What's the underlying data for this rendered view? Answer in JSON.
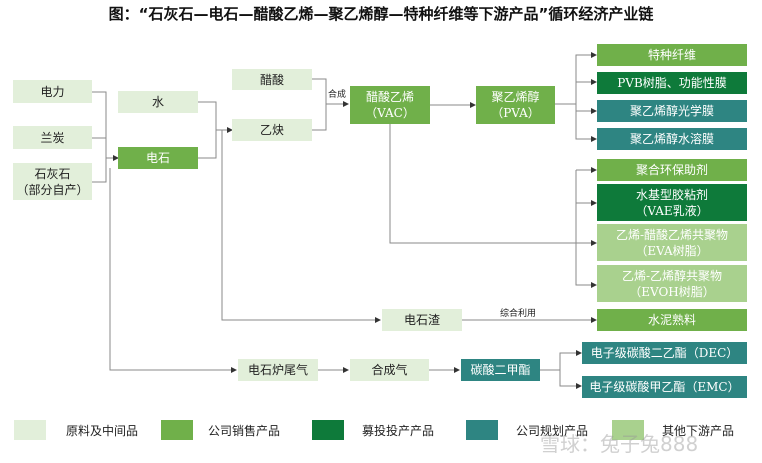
{
  "title": "图：“石灰石—电石—醋酸乙烯—聚乙烯醇—特种纤维等下游产品”循环经济产业链",
  "colors": {
    "raw": "#e2efda",
    "sale": "#70b04a",
    "ipo": "#0e7a3a",
    "plan": "#2e8582",
    "down": "#a9d18e",
    "line": "#7f7f7f"
  },
  "nodes": {
    "electricity": {
      "line1": "电力",
      "category": "raw"
    },
    "semi_coke": {
      "line1": "兰炭",
      "category": "raw"
    },
    "limestone": {
      "line1": "石灰石",
      "line2": "（部分自产）",
      "category": "raw"
    },
    "water": {
      "line1": "水",
      "category": "raw"
    },
    "carbide": {
      "line1": "电石",
      "category": "sale"
    },
    "acetic_acid": {
      "line1": "醋酸",
      "category": "raw"
    },
    "acetylene": {
      "line1": "乙炔",
      "category": "raw"
    },
    "vac": {
      "line1": "醋酸乙烯",
      "line2": "（VAC）",
      "category": "sale"
    },
    "pva": {
      "line1": "聚乙烯醇",
      "line2": "（PVA）",
      "category": "sale"
    },
    "special_fiber": {
      "line1": "特种纤维",
      "category": "sale"
    },
    "pvb": {
      "line1": "PVB树脂、功能性膜",
      "category": "ipo"
    },
    "pva_optical": {
      "line1": "聚乙烯醇光学膜",
      "category": "plan"
    },
    "pva_watersol": {
      "line1": "聚乙烯醇水溶膜",
      "category": "plan"
    },
    "eco_additive": {
      "line1": "聚合环保助剂",
      "category": "sale"
    },
    "vae": {
      "line1": "水基型胶粘剂",
      "line2": "（VAE乳液）",
      "category": "ipo"
    },
    "eva": {
      "line1": "乙烯-醋酸乙烯共聚物",
      "line2": "（EVA树脂）",
      "category": "down"
    },
    "evoh": {
      "line1": "乙烯-乙烯醇共聚物",
      "line2": "（EVOH树脂）",
      "category": "down"
    },
    "carbide_slag": {
      "line1": "电石渣",
      "category": "raw"
    },
    "cement_clinker": {
      "line1": "水泥熟料",
      "category": "sale"
    },
    "furnace_gas": {
      "line1": "电石炉尾气",
      "category": "raw"
    },
    "syngas": {
      "line1": "合成气",
      "category": "raw"
    },
    "dmc": {
      "line1": "碳酸二甲酯",
      "category": "plan"
    },
    "dec": {
      "line1": "电子级碳酸二乙酯（DEC）",
      "category": "plan"
    },
    "emc": {
      "line1": "电子级碳酸甲乙酯（EMC）",
      "category": "plan"
    }
  },
  "edge_labels": {
    "synthesis": "合成",
    "comprehensive_use": "综合利用"
  },
  "legend": [
    {
      "label": "原料及中间品",
      "category": "raw"
    },
    {
      "label": "公司销售产品",
      "category": "sale"
    },
    {
      "label": "募投投产产品",
      "category": "ipo"
    },
    {
      "label": "公司规划产品",
      "category": "plan"
    },
    {
      "label": "其他下游产品",
      "category": "down"
    }
  ],
  "watermark": "雪球：兔子兔888"
}
